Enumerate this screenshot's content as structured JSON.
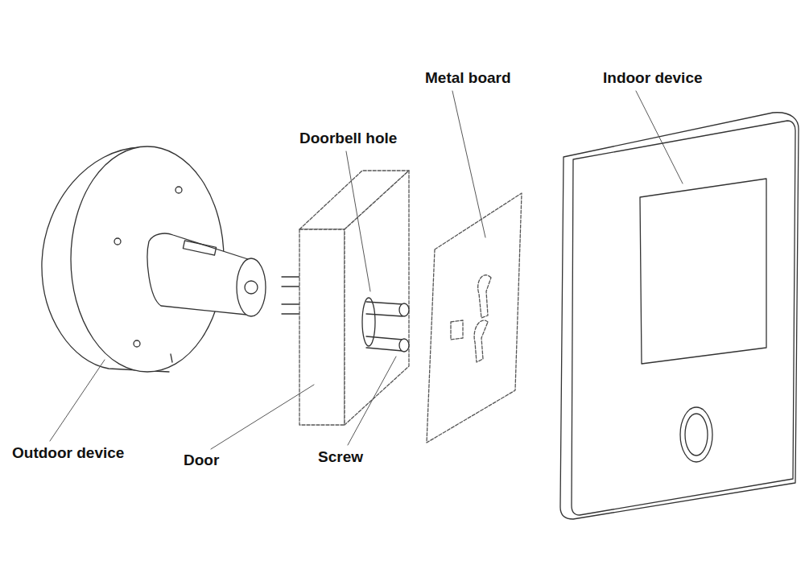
{
  "diagram": {
    "labels": [
      "Metal board",
      "Indoor device",
      "Doorbell hole",
      "Outdoor device",
      "Door",
      "Screw"
    ]
  }
}
